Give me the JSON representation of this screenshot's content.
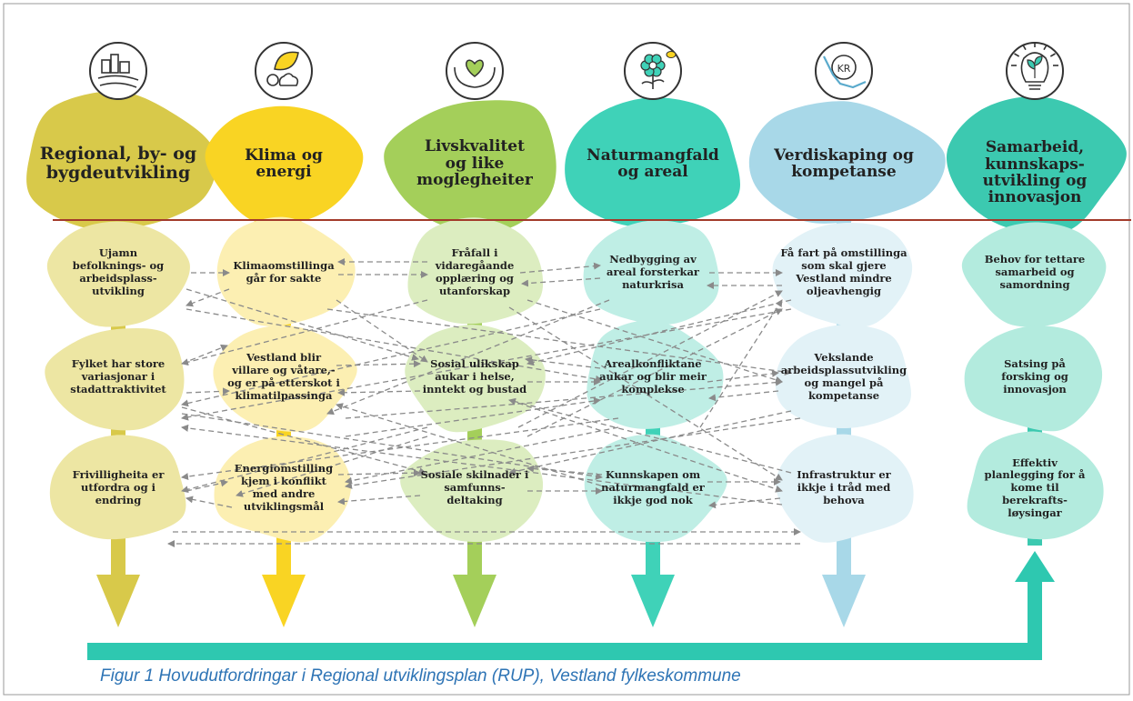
{
  "columns": [
    {
      "theme": "Regional, by- og\nbygdeutvikling",
      "icon": "landscape-icon",
      "color": "#d8c94a",
      "light": "#ede6a3",
      "challenges": [
        "Ujamn\nbefolknings- og\narbeidsplass-\nutvikling",
        "Fylket har store\nvariasjonar i\nstadattraktivitet",
        "Frivilligheita er\nutfordra og i\nendring"
      ]
    },
    {
      "theme": "Klima og\nenergi",
      "icon": "leaf-sun-icon",
      "color": "#f9d423",
      "light": "#fcefb2",
      "challenges": [
        "Klimaomstillinga\ngår for sakte",
        "Vestland blir\nvillare og våtare,-\nog er på etterskot i\nklimatilpassinga",
        "Energiomstilling\nkjem i konflikt\nmed andre\nutviklingsmål"
      ]
    },
    {
      "theme": "Livskvalitet\nog like\nmoglegheiter",
      "icon": "heart-hands-icon",
      "color": "#a4cf5a",
      "light": "#dcedc0",
      "challenges": [
        "Fråfall i\nvidaregåande\nopplæring og\nutanforskap",
        "Sosial ulikskap\naukar i helse,\ninntekt og bustad",
        "Sosiale skilnader i\nsamfunns-\ndeltaking"
      ]
    },
    {
      "theme": "Naturmangfald\nog areal",
      "icon": "flower-bee-icon",
      "color": "#3fd2b8",
      "light": "#bfeee5",
      "challenges": [
        "Nedbygging av\nareal forsterkar\nnaturkrisa",
        "Arealkonfliktane\naukar og blir meir\nkomplekse",
        "Kunnskapen om\nnaturmangfald er\nikkje god nok"
      ]
    },
    {
      "theme": "Verdiskaping og\nkompetanse",
      "icon": "kr-chart-icon",
      "color": "#a8d8e8",
      "light": "#e2f2f7",
      "challenges": [
        "Få fart på omstillinga\nsom skal gjere\nVestland mindre\noljeavhengig",
        "Vekslande\narbeidsplassutvikling\nog mangel på\nkompetanse",
        "Infrastruktur er\nikkje i tråd med\nbehova"
      ]
    },
    {
      "theme": "Samarbeid,\nkunnskaps-\nutvikling og\ninnovasjon",
      "icon": "lightbulb-plant-icon",
      "color": "#3cc9b0",
      "light": "#b3ebde",
      "challenges": [
        "Behov for tettare\nsamarbeid og\nsamordning",
        "Satsing på\nforsking og\ninnovasjon",
        "Effektiv\nplanlegging for å\nkome til\nberekrafts-\nløysingar"
      ]
    }
  ],
  "colors": {
    "divider": "#a33a2a",
    "arrow_dash": "#8a8a8a",
    "frame": "#9a9a9a",
    "feedback_arrow": "#2ec8b0"
  },
  "caption": "Figur 1 Hovudutfordringar i Regional utviklingsplan (RUP), Vestland fylkeskommune"
}
